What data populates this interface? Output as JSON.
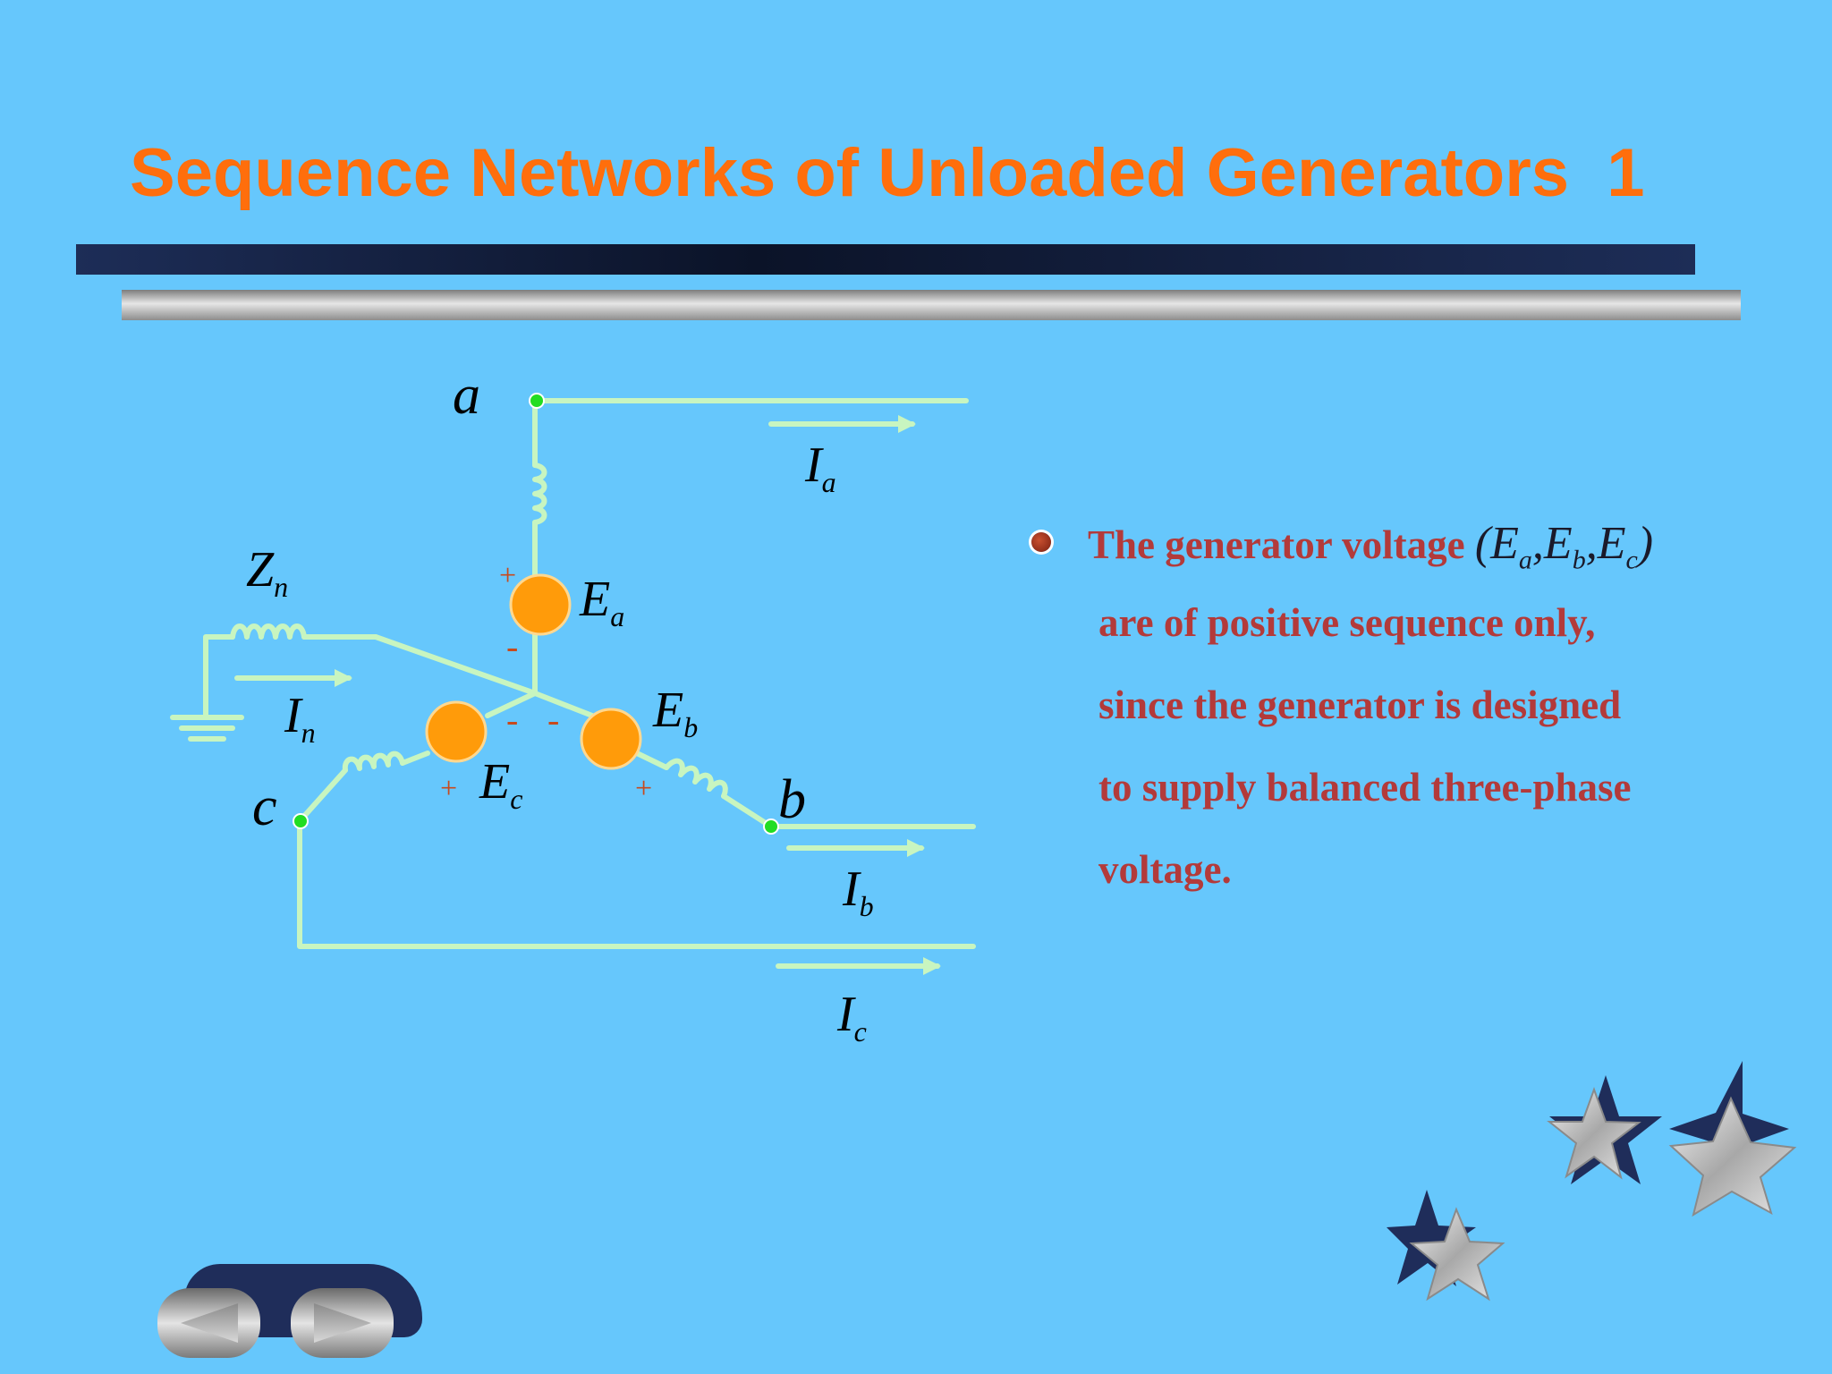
{
  "slide": {
    "title": "Sequence Networks of Unloaded Generators  1",
    "title_color": "#ff6e0c",
    "background": "#66c7fc"
  },
  "circuit": {
    "wire_color": "#c8f5c0",
    "source_color": "#ff9b0a",
    "node_color": "#22dd22",
    "labels": {
      "node_a": "a",
      "node_b": "b",
      "node_c": "c",
      "zn": "Z",
      "zn_sub": "n",
      "ea": "E",
      "ea_sub": "a",
      "eb": "E",
      "eb_sub": "b",
      "ec": "E",
      "ec_sub": "c",
      "ia": "I",
      "ia_sub": "a",
      "ib": "I",
      "ib_sub": "b",
      "ic": "I",
      "ic_sub": "c",
      "in": "I",
      "in_sub": "n",
      "plus": "+",
      "minus": "-"
    }
  },
  "bullet": {
    "line1": "The generator voltage",
    "math": {
      "open": "(",
      "e1": "E",
      "s1": "a",
      "comma1": ",",
      "e2": "E",
      "s2": "b",
      "comma2": ",",
      "e3": "E",
      "s3": "c",
      "close": ")"
    },
    "line2": "are of positive sequence only,",
    "line3": "since the generator is designed",
    "line4": "to supply balanced three-phase",
    "line5": "voltage."
  }
}
